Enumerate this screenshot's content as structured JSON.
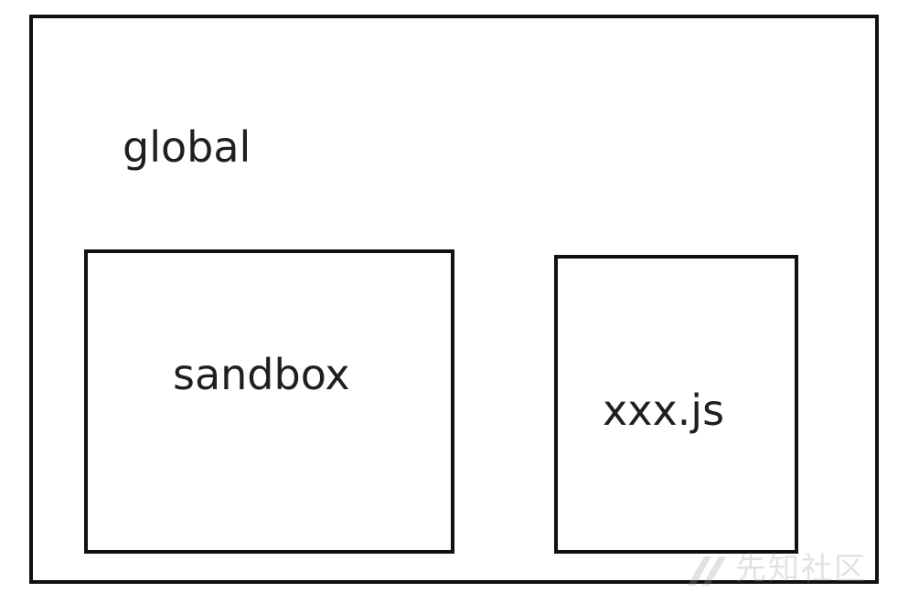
{
  "diagram": {
    "outer_box": {
      "label": "global"
    },
    "inner_boxes": [
      {
        "label": "sandbox"
      },
      {
        "label": "xxx.js"
      }
    ]
  },
  "watermark": {
    "text": "先知社区",
    "logo_icon": "xianzhi-logo-icon"
  },
  "colors": {
    "border": "#111111",
    "text": "#1f1f1f",
    "background": "#ffffff"
  }
}
